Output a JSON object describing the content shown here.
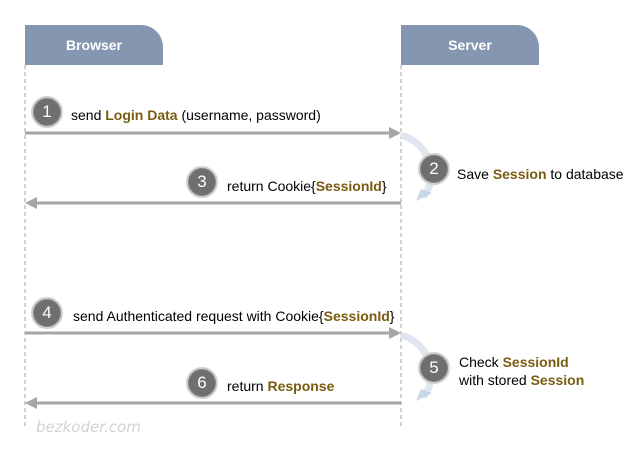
{
  "participants": {
    "browser": "Browser",
    "server": "Server"
  },
  "messages": [
    {
      "number": "1",
      "pre": "send ",
      "keyword": "Login Data",
      "post": " (username, password)"
    },
    {
      "number": "2",
      "pre": "Save ",
      "keyword": "Session",
      "post": " to database"
    },
    {
      "number": "3",
      "pre": "return Cookie{",
      "keyword": "SessionId",
      "post": "}"
    },
    {
      "number": "4",
      "pre": "send Authenticated request with Cookie{",
      "keyword": "SessionId",
      "post": "}"
    },
    {
      "number": "5",
      "pre": "Check ",
      "keyword": "SessionId",
      "pre2": "with stored ",
      "keyword2": "Session"
    },
    {
      "number": "6",
      "pre": "return ",
      "keyword": "Response",
      "post": ""
    }
  ],
  "colors": {
    "header": "#8496b0",
    "keyword": "#7a5c10",
    "arrow": "#a6a6a6",
    "badge": "#6f6f6f"
  },
  "watermark": "bezkoder.com"
}
